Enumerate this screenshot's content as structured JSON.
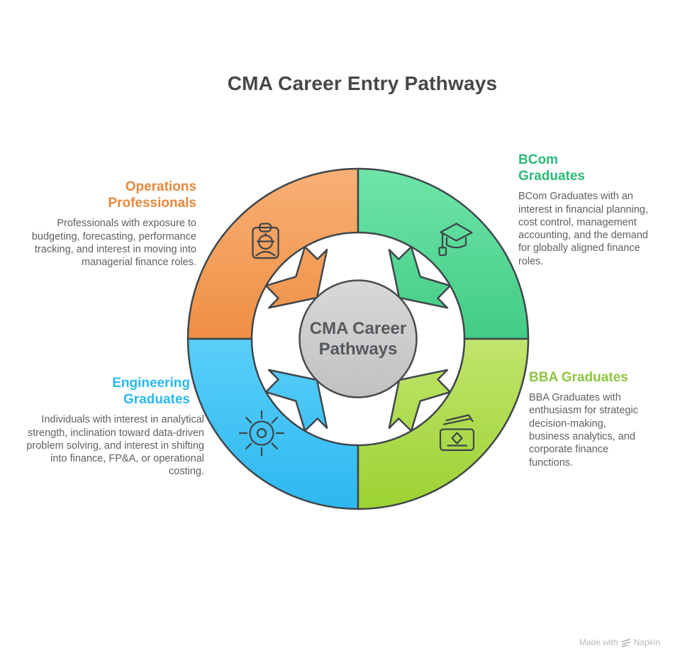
{
  "title": "CMA Career Entry Pathways",
  "center": {
    "line1": "CMA Career",
    "line2": "Pathways"
  },
  "segments": [
    {
      "id": "operations",
      "heading": "Operations Professionals",
      "body": "Professionals with  exposure to budgeting, forecasting, performance tracking, and interest in moving into managerial finance roles.",
      "accent_color": "#e8873c",
      "icon": "id-badge-icon",
      "position": "top-left"
    },
    {
      "id": "bcom",
      "heading": "BCom Graduates",
      "body": "BCom Graduates with an interest in financial planning, cost control, management accounting, and the demand for globally aligned finance roles.",
      "accent_color": "#2db97c",
      "icon": "graduation-cap-icon",
      "position": "top-right"
    },
    {
      "id": "engineering",
      "heading": "Engineering Graduates",
      "body": "Individuals with interest in analytical strength, inclination toward data-driven problem solving, and interest in shifting into finance, FP&A, or operational costing.",
      "accent_color": "#29b9f0",
      "icon": "gear-icon",
      "position": "bottom-left"
    },
    {
      "id": "bba",
      "heading": "BBA Graduates",
      "body": "BBA Graduates with enthusiasm for strategic decision-making, business analytics, and corporate finance functions.",
      "accent_color": "#8dc63f",
      "icon": "banknotes-icon",
      "position": "bottom-right"
    }
  ],
  "colors": {
    "ring_orange_top": "#f8b075",
    "ring_orange_bottom": "#ef8f44",
    "ring_green_top": "#6fe5a9",
    "ring_green_bottom": "#41cc84",
    "ring_blue_top": "#59cff8",
    "ring_blue_bottom": "#2db8f0",
    "ring_lime_top": "#c1e56d",
    "ring_lime_bottom": "#9cd232",
    "outline": "#3f464b",
    "center_fill": "#cccccc",
    "title_text": "#474747",
    "body_text": "#5d6165",
    "footer_text": "#b5b9be"
  },
  "footer": {
    "made_with": "Made with",
    "brand": "Napkin"
  }
}
